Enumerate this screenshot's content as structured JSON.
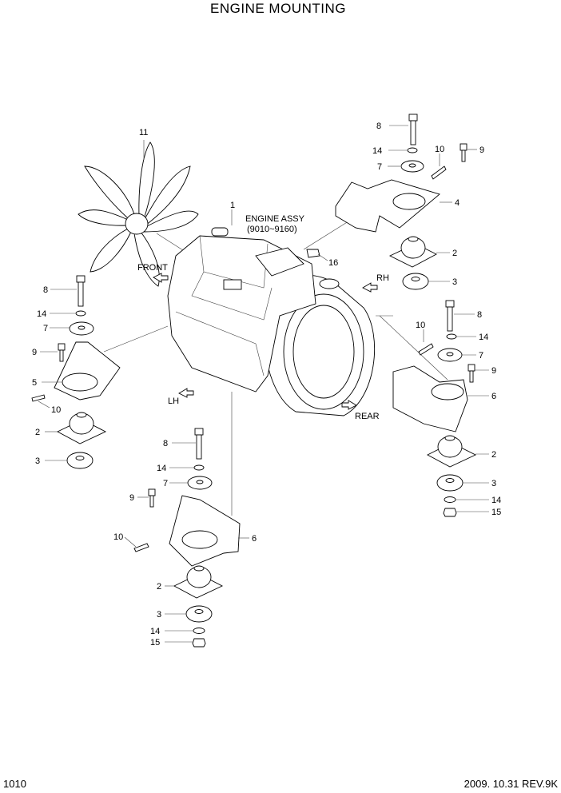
{
  "title": "ENGINE MOUNTING",
  "page_number": "1010",
  "footer_right": "2009. 10.31  REV.9K",
  "engine_label": {
    "line1": "ENGINE ASSY",
    "line2": "(9010~9160)"
  },
  "directions": {
    "front": "FRONT",
    "rear": "REAR",
    "lh": "LH",
    "rh": "RH"
  },
  "callouts": {
    "fan": "11",
    "engine": "1",
    "bracket_rh": "4",
    "bracket_lh": "5",
    "hose": "16",
    "ur": {
      "bolt": "8",
      "washer": "14",
      "plate": "7",
      "stud": "10",
      "screw": "9",
      "mount": "2",
      "cushion": "3"
    },
    "l": {
      "bolt": "8",
      "washer": "14",
      "plate": "7",
      "screw": "9",
      "stud": "10",
      "mount": "2",
      "cushion": "3"
    },
    "rr": {
      "bolt": "8",
      "washer": "14",
      "plate": "7",
      "stud": "10",
      "screw": "9",
      "bracket": "6",
      "mount": "2",
      "cushion": "3",
      "washer2": "14",
      "nut": "15"
    },
    "b": {
      "bolt": "8",
      "washer": "14",
      "plate": "7",
      "screw": "9",
      "stud": "10",
      "bracket": "6",
      "mount": "2",
      "cushion": "3",
      "washer2": "14",
      "nut": "15"
    }
  }
}
